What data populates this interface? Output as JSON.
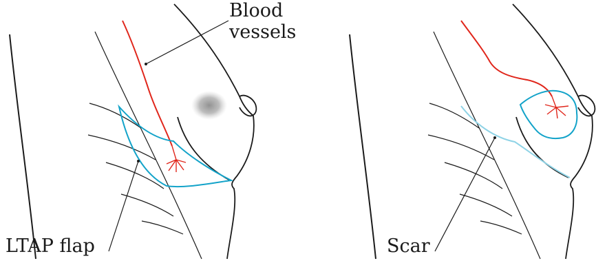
{
  "labels": {
    "blood_vessels": "Blood\nvessels",
    "ltap_flap": "LTAP flap",
    "scar": "Scar"
  },
  "colors": {
    "outline": "#1a1a1a",
    "vessel": "#e0261b",
    "flap": "#13a3c9",
    "scar": "#8fd3e6",
    "tumor": "#9a9a9a"
  }
}
